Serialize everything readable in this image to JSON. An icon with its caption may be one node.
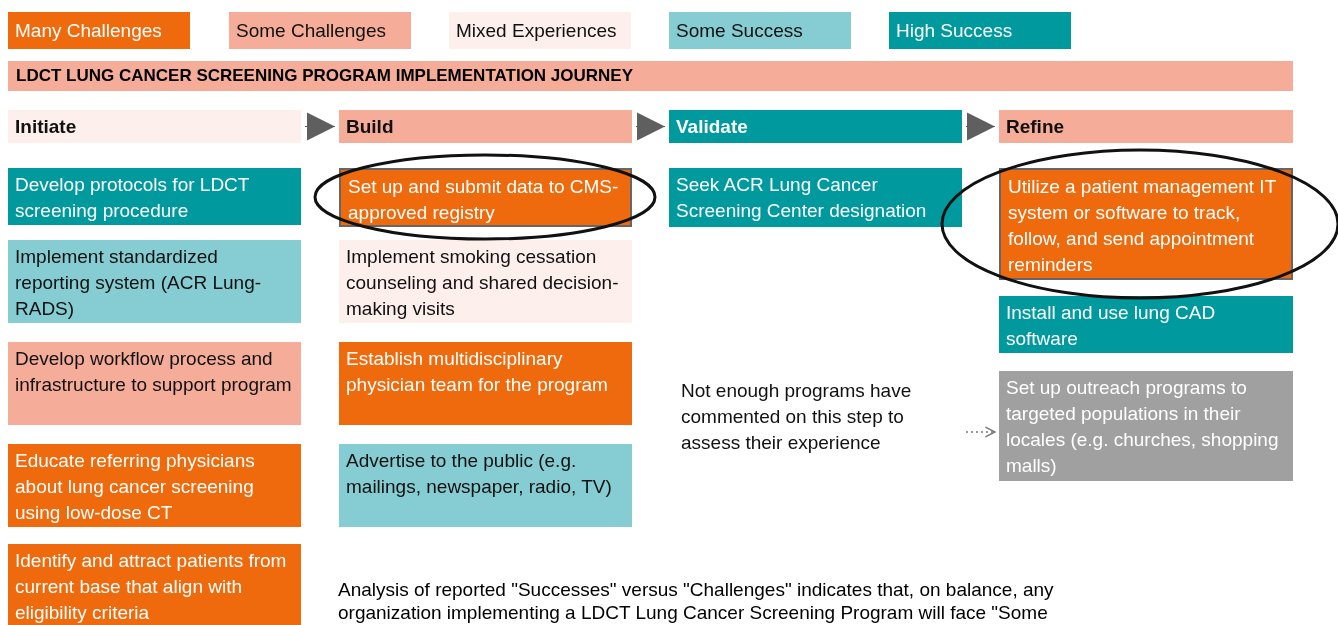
{
  "diagram": {
    "title": "LDCT LUNG CANCER SCREENING PROGRAM IMPLEMENTATION JOURNEY",
    "nodes": [
      {
        "text": [
          "Initiate"
        ]
      },
      {
        "text": [
          "Build"
        ]
      },
      {
        "text": [
          "Validate"
        ]
      },
      {
        "text": [
          "Refine"
        ]
      },
      {
        "text": [
          "Develop protocols for LDCT screening procedure"
        ]
      },
      {
        "text": [
          "Implement standardized reporting system (ACR Lung-RADS)"
        ]
      },
      {
        "text": [
          "Develop workflow process and infrastructure to support program"
        ]
      },
      {
        "text": [
          "Educate referring physicians about lung cancer screening using low-dose CT"
        ]
      },
      {
        "text": [
          "Identify and attract patients from current base that align with eligibility criteria"
        ]
      },
      {
        "text": [
          "Set up and submit data to CMS-approved registry"
        ]
      },
      {
        "text": [
          "Implement smoking cessation counseling and shared decision-making visits"
        ]
      },
      {
        "text": [
          "Establish multidisciplinary physician team for the program"
        ]
      },
      {
        "text": [
          "Advertise to the public (e.g. mailings, newspaper, radio, TV)"
        ]
      },
      {
        "text": [
          "Seek ACR Lung Cancer Screening Center designation"
        ]
      },
      {
        "text": [
          "Not enough programs have commented on this step to assess their experience"
        ]
      },
      {
        "text": [
          "Utilize a patient management IT system or software to track, follow, and send appointment reminders"
        ]
      },
      {
        "text": [
          "Install and use lung CAD software"
        ]
      },
      {
        "text": [
          "Set up outreach programs to targeted populations in their locales (e.g. churches, shopping malls)"
        ]
      }
    ],
    "edges": [
      {
        "from": 0,
        "to": 1,
        "arrow": "to"
      },
      {
        "from": 1,
        "to": 2,
        "arrow": "to"
      },
      {
        "from": 2,
        "to": 3,
        "arrow": "to"
      },
      {
        "from": 14,
        "to": 17,
        "arrow": "to",
        "style": "dashed"
      }
    ],
    "labels": [
      "Analysis of reported \"Successes\" versus \"Challenges\" indicates that, on balance, any organization implementing a LDCT Lung Cancer Screening Program will face \"Some"
    ],
    "legend": [
      {
        "text": "Many Challenges",
        "color": "#ee6a0c"
      },
      {
        "text": "Some Challenges",
        "color": "#f5ad99"
      },
      {
        "text": "Mixed Experiences",
        "color": "#fdefeb"
      },
      {
        "text": "Some Success",
        "color": "#85cdd2"
      },
      {
        "text": "High Success",
        "color": "#00999e"
      }
    ]
  }
}
